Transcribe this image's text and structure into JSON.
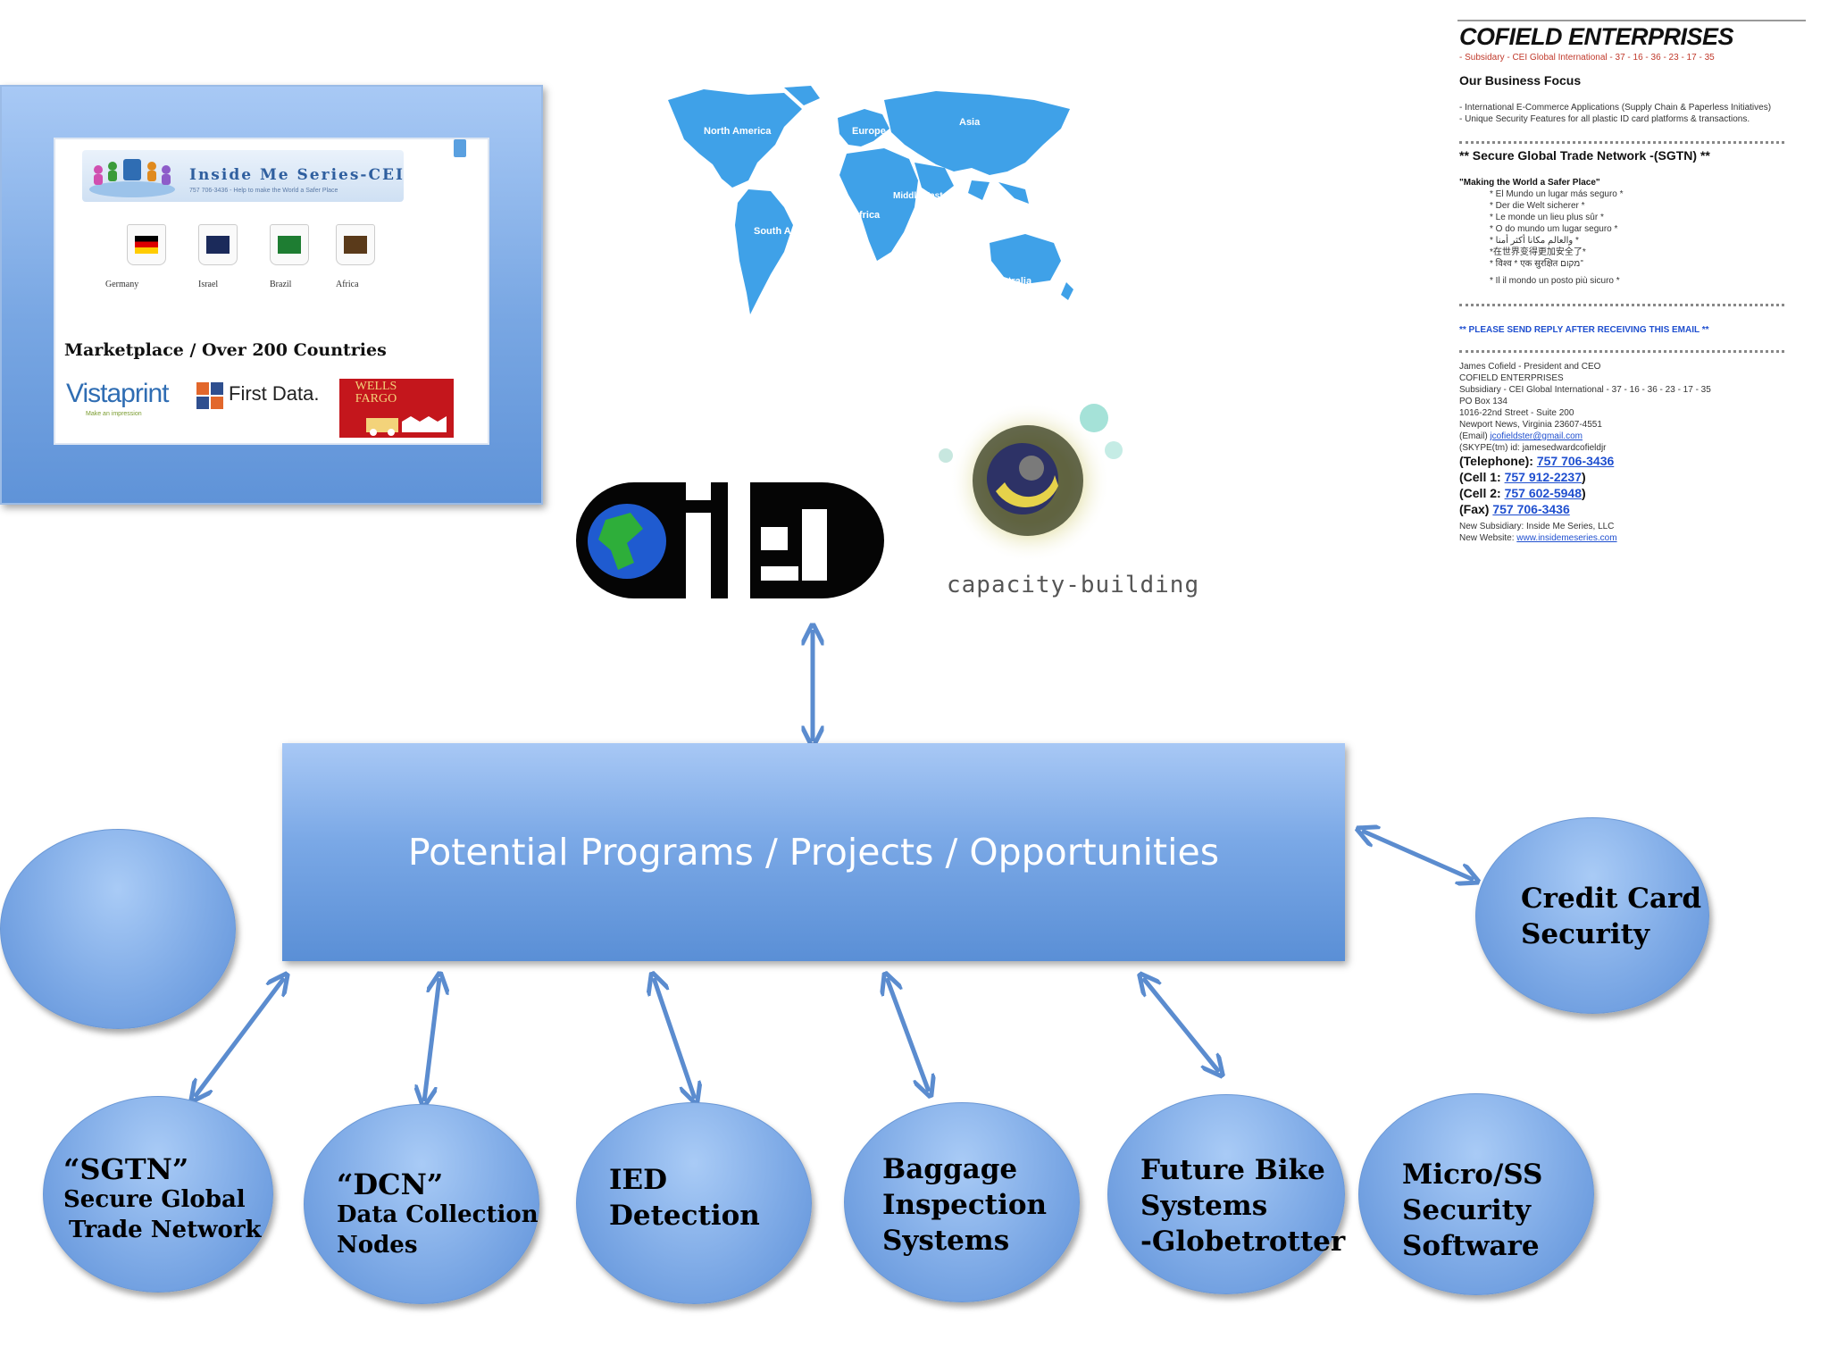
{
  "inside_me": {
    "title": "Inside Me Series-CEI",
    "subtitle": "757 706-3436 - Help to make the World a Safer Place",
    "countries": [
      "Germany",
      "Israel",
      "Brazil",
      "Africa"
    ],
    "marketplace": "Marketplace / Over 200 Countries",
    "logos": {
      "vistaprint": "Vistaprint",
      "vistaprint_tagline": "Make an impression",
      "first_data": "First Data.",
      "wells_fargo": "WELLS FARGO"
    }
  },
  "world_map": {
    "labels": [
      "North America",
      "South America",
      "Europe",
      "Asia",
      "Africa",
      "Middle East",
      "Australia"
    ]
  },
  "cei_logo": {
    "text": "CEI"
  },
  "capacity_building": "capacity-building",
  "document": {
    "title": "COFIELD ENTERPRISES",
    "subsidiary": "- Subsidary - CEI Global International - 37 - 16 - 36 - 23 - 17 - 35",
    "focus_heading": "Our Business Focus",
    "focus_items": [
      "- International E-Commerce Applications (Supply Chain & Paperless Initiatives)",
      "- Unique Security Features for all plastic ID card platforms & transactions."
    ],
    "separator": "================================================================",
    "sgtn_heading": "** Secure Global Trade Network -(SGTN) **",
    "safer_heading": "\"Making the World a Safer Place\"",
    "translations": [
      "* El Mundo un lugar más seguro *",
      "* Der die Welt sicherer *",
      "* Le monde un lieu plus sûr *",
      "* O do mundo um lugar seguro *",
      "* والعالم مكانا أكثر أمنا *",
      "*在世界变得更加安全了*",
      "* विश्व * एक सुरक्षित ־מקום",
      "* Il il mondo un posto più sicuro *"
    ],
    "reply_notice": "** PLEASE SEND REPLY AFTER RECEIVING THIS EMAIL **",
    "contact_lines": [
      "James Cofield - President and CEO",
      "COFIELD ENTERPRISES",
      "Subsidiary - CEI Global International - 37 - 16 - 36 - 23 - 17 - 35",
      "PO Box 134",
      "1016-22nd Street - Suite 200",
      "Newport News, Virginia 23607-4551"
    ],
    "email_label": "(Email)",
    "email": "jcofieldster@gmail.com",
    "skype": "(SKYPE(tm) id:    jamesedwardcofieldjr",
    "phones": [
      {
        "label": "(Telephone):",
        "number": "757 706-3436"
      },
      {
        "label": "(Cell 1:",
        "number": "757 912-2237",
        "close": ")"
      },
      {
        "label": "(Cell 2:",
        "number": "757 602-5948",
        "close": ")"
      },
      {
        "label": "(Fax)",
        "number": "757 706-3436"
      }
    ],
    "new_subsidiary": "New Subsidiary: Inside Me Series, LLC",
    "website_label": "New Website:",
    "website": "www.insidemeseries.com"
  },
  "hub": {
    "label": "Potential Programs / Projects / Opportunities"
  },
  "bubbles": {
    "empty": "",
    "credit_card": [
      "Credit Card",
      "Security"
    ],
    "sgtn": [
      "“SGTN”",
      "Secure Global",
      "Trade Network"
    ],
    "dcn": [
      "“DCN”",
      "Data Collection",
      "Nodes"
    ],
    "ied": [
      "IED",
      "Detection"
    ],
    "baggage": [
      "Baggage",
      "Inspection",
      "Systems"
    ],
    "bike": [
      "Future Bike",
      "Systems",
      "-Globetrotter"
    ],
    "micro": [
      "Micro/SS",
      "Security",
      "Software"
    ]
  },
  "colors": {
    "box_fill": "#7aa8e6",
    "arrow": "#5b8ccf",
    "link": "#1f4fcf"
  }
}
